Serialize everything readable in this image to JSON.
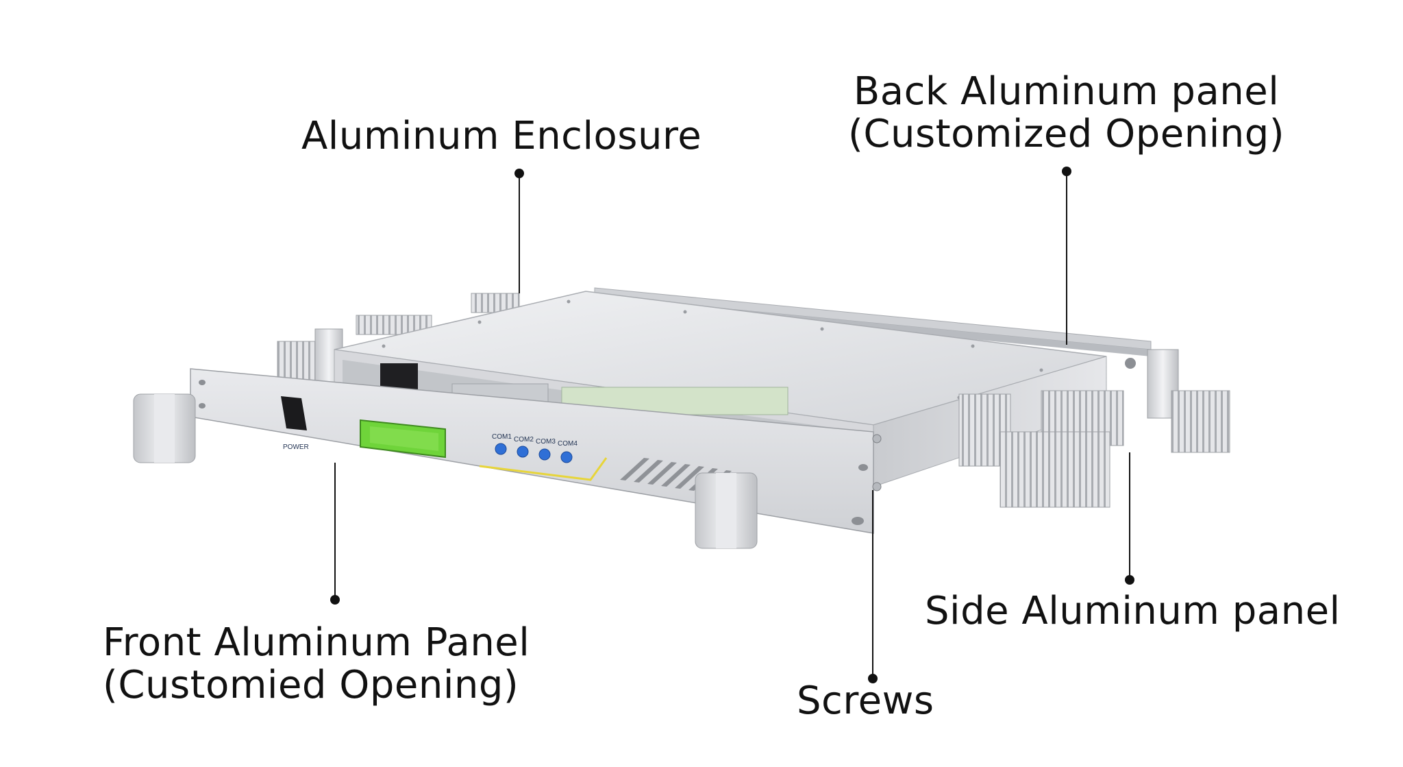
{
  "labels": {
    "aluminum_enclosure": "Aluminum Enclosure",
    "back_panel_line1": "Back Aluminum panel",
    "back_panel_line2": "(Customized Opening)",
    "front_panel_line1": "Front Aluminum Panel",
    "front_panel_line2": "(Customied Opening)",
    "side_panel": "Side Aluminum panel",
    "screws": "Screws"
  },
  "front_panel": {
    "power_label": "POWER",
    "com_ports": [
      "COM1",
      "COM2",
      "COM3",
      "COM4"
    ]
  },
  "colors": {
    "text": "#111111",
    "leader_line": "#111111",
    "aluminum": "#d9dadd",
    "display_green": "#6fd43a",
    "button_blue": "#2f6fd6",
    "accent_yellow": "#e7d53a"
  }
}
